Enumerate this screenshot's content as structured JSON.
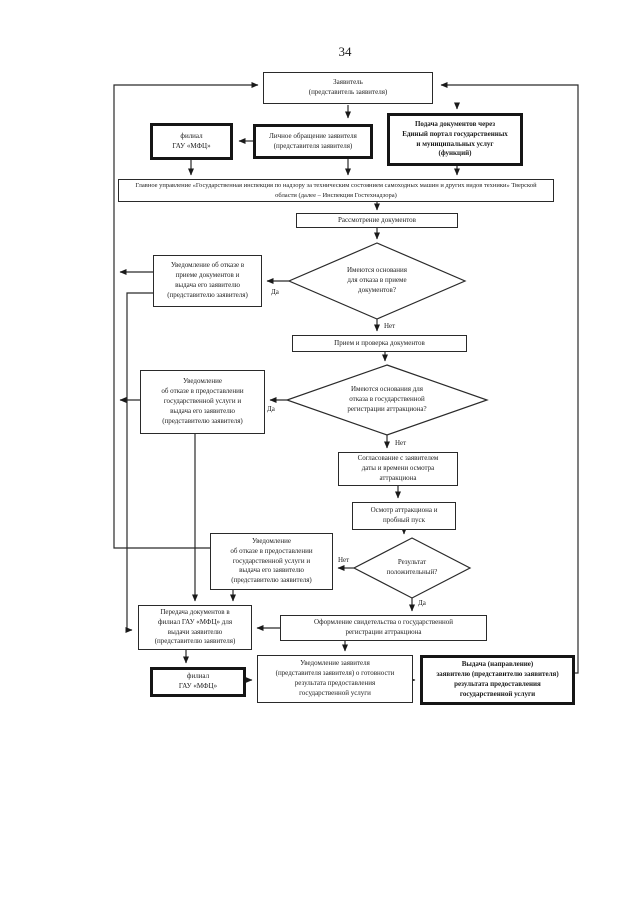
{
  "page": {
    "number": "34"
  },
  "colors": {
    "line": "#2a2a2a",
    "background": "#ffffff",
    "text": "#1a1a1a"
  },
  "nodes": {
    "zayavitel": {
      "label": [
        "Заявитель",
        "(представитель заявителя)"
      ]
    },
    "filial_mfc_top": {
      "label": [
        "филиал",
        "ГАУ «МФЦ»"
      ]
    },
    "lichnoe": {
      "label": [
        "Личное обращение заявителя",
        "(представителя заявителя)"
      ]
    },
    "podacha": {
      "label": [
        "Подача документов через",
        "Единый портал государственных",
        "и муниципальных услуг",
        "(функций)"
      ]
    },
    "glavnoe": {
      "label": "Главное управление «Государственная инспекция по надзору за техническим состоянием самоходных машин и других видов техники» Тверской области (далее – Инспекция Гостехнадзора)"
    },
    "rassmotrenie": {
      "label": "Рассмотрение документов"
    },
    "decision_priem": {
      "label": [
        "Имеются основания",
        "для отказа в приеме",
        "документов?"
      ]
    },
    "uved_otkaz_priem": {
      "label": [
        "Уведомление об отказе в",
        "приеме документов и",
        "выдача его заявителю",
        "(представителю заявителя)"
      ]
    },
    "priem_proverka": {
      "label": "Прием и проверка документов"
    },
    "decision_registr": {
      "label": [
        "Имеются основания для",
        "отказа в государственной",
        "регистрации аттракциона?"
      ]
    },
    "uved_otkaz_usluga1": {
      "label": [
        "Уведомление",
        "об отказе в предоставлении",
        "государственной услуги и",
        "выдача его заявителю",
        "(представителю заявителя)"
      ]
    },
    "soglasovanie": {
      "label": [
        "Согласование с заявителем",
        "даты и времени осмотра",
        "аттракциона"
      ]
    },
    "osmotr": {
      "label": [
        "Осмотр аттракциона и",
        "пробный пуск"
      ]
    },
    "decision_rezultat": {
      "label": [
        "Результат",
        "положительный?"
      ]
    },
    "uved_otkaz_usluga2": {
      "label": [
        "Уведомление",
        "об отказе в предоставлении",
        "государственной услуги и",
        "выдача его заявителю",
        "(представителю заявителя)"
      ]
    },
    "peredacha": {
      "label": [
        "Передача документов в",
        "филиал ГАУ «МФЦ» для",
        "выдачи заявителю",
        "(представителю заявителя)"
      ]
    },
    "oformlenie": {
      "label": [
        "Оформление свидетельства о государственной",
        "регистрации аттракциона"
      ]
    },
    "filial_mfc_bottom": {
      "label": [
        "филиал",
        "ГАУ «МФЦ»"
      ]
    },
    "uved_gotovnost": {
      "label": [
        "Уведомление заявителя",
        "(представителя заявителя) о готовности",
        "результата предоставления",
        "государственной услуги"
      ]
    },
    "vydacha": {
      "label": [
        "Выдача (направление)",
        "заявителю (представителю заявителя)",
        "результата предоставления",
        "государственной услуги"
      ]
    }
  },
  "edge_labels": {
    "da1": "Да",
    "net1": "Нет",
    "da2": "Да",
    "net2": "Нет",
    "net3": "Нет",
    "da3": "Да"
  }
}
